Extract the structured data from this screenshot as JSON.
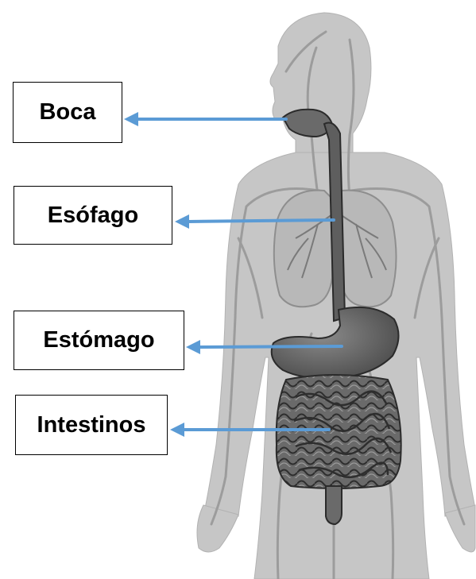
{
  "labels": {
    "boca": "Boca",
    "esofago": "Esófago",
    "estomago": "Estómago",
    "intestinos": "Intestinos"
  },
  "colors": {
    "arrow": "#5b9bd5",
    "body_silhouette": "#c4c4c4",
    "vessels": "#9a9a9a",
    "organs": "#5e5e5e",
    "organ_outline": "#2b2b2b"
  },
  "icons": {
    "figure": "human-digestive-system-illustration",
    "arrow": "left-arrow"
  }
}
